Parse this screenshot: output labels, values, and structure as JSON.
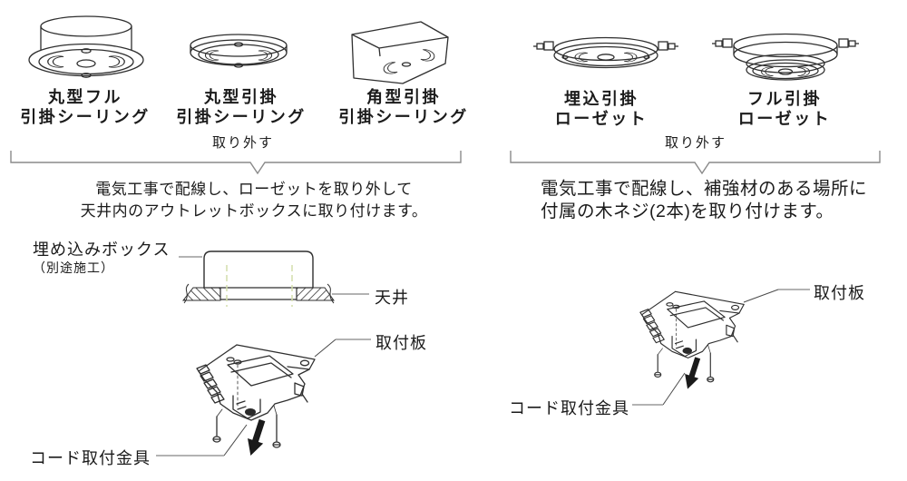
{
  "palette": {
    "line_color": "#2f2f2f",
    "leader_gray": "#9a9a9a",
    "bracket_gray": "#8a8a8a",
    "guide_green": "#d4deab",
    "arrow_black": "#1a1a1a"
  },
  "fixtures": {
    "left_group": [
      {
        "name": "round-full-hook-ceiling",
        "label_line1": "丸型フル",
        "label_line2": "引掛シーリング"
      },
      {
        "name": "round-hook-ceiling",
        "label_line1": "丸型引掛",
        "label_line2": "引掛シーリング"
      },
      {
        "name": "square-hook-ceiling",
        "label_line1": "角型引掛",
        "label_line2": "引掛シーリング"
      }
    ],
    "right_group": [
      {
        "name": "recessed-hook-rosette",
        "label_line1": "埋込引掛",
        "label_line2": "ローゼット"
      },
      {
        "name": "full-hook-rosette",
        "label_line1": "フル引掛",
        "label_line2": "ローゼット"
      }
    ]
  },
  "left_section": {
    "bracket_label": "取り外す",
    "instruction_line1": "電気工事で配線し、ローゼットを取り外して",
    "instruction_line2": "天井内のアウトレットボックスに取り付けます。",
    "diagram": {
      "embedded_box_label": "埋め込みボックス",
      "embedded_box_note": "（別途施工）",
      "ceiling_label": "天井",
      "mounting_plate_label": "取付板",
      "cord_bracket_label": "コード取付金具"
    }
  },
  "right_section": {
    "bracket_label": "取り外す",
    "instruction_line1": "電気工事で配線し、補強材のある場所に",
    "instruction_line2": "付属の木ネジ(2本)を取り付けます。",
    "diagram": {
      "mounting_plate_label": "取付板",
      "cord_bracket_label": "コード取付金具"
    }
  }
}
